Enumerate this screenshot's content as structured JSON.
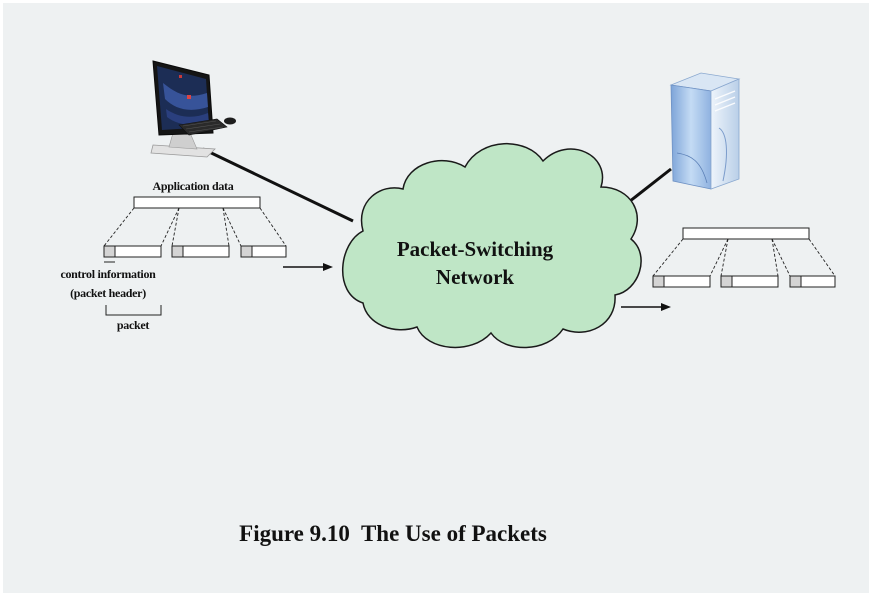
{
  "labels": {
    "application_data": "Application data",
    "control_information": "control information",
    "packet_header": "(packet header)",
    "packet": "packet"
  },
  "network": {
    "line1": "Packet-Switching",
    "line2": "Network"
  },
  "caption": "Figure 9.10  The Use of Packets",
  "icons": {
    "client": "desktop-computer-icon",
    "server": "server-tower-icon"
  },
  "colors": {
    "cloud_fill": "#bfe6c6",
    "cloud_stroke": "#1a1a1a",
    "background": "#eef1f2",
    "header_box": "#d4d4d4"
  }
}
